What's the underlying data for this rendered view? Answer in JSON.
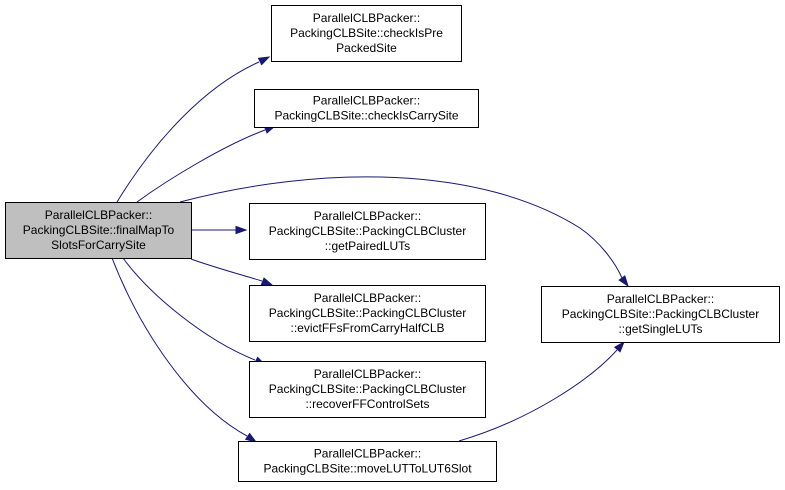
{
  "colors": {
    "edge": "#191970",
    "root_fill": "#bfbfbf",
    "node_fill": "#ffffff",
    "border": "#000000"
  },
  "nodes": [
    {
      "id": "finalMapToSlotsForCarrySite",
      "lines": [
        "ParallelCLBPacker::",
        "PackingCLBSite::finalMapTo",
        "SlotsForCarrySite"
      ],
      "root": true
    },
    {
      "id": "checkIsPrePackedSite",
      "lines": [
        "ParallelCLBPacker::",
        "PackingCLBSite::checkIsPre",
        "PackedSite"
      ],
      "root": false
    },
    {
      "id": "checkIsCarrySite",
      "lines": [
        "ParallelCLBPacker::",
        "PackingCLBSite::checkIsCarrySite"
      ],
      "root": false
    },
    {
      "id": "getPairedLUTs",
      "lines": [
        "ParallelCLBPacker::",
        "PackingCLBSite::PackingCLBCluster",
        "::getPairedLUTs"
      ],
      "root": false
    },
    {
      "id": "evictFFsFromCarryHalfCLB",
      "lines": [
        "ParallelCLBPacker::",
        "PackingCLBSite::PackingCLBCluster",
        "::evictFFsFromCarryHalfCLB"
      ],
      "root": false
    },
    {
      "id": "recoverFFControlSets",
      "lines": [
        "ParallelCLBPacker::",
        "PackingCLBSite::PackingCLBCluster",
        "::recoverFFControlSets"
      ],
      "root": false
    },
    {
      "id": "moveLUTToLUT6Slot",
      "lines": [
        "ParallelCLBPacker::",
        "PackingCLBSite::moveLUTToLUT6Slot"
      ],
      "root": false
    },
    {
      "id": "getSingleLUTs",
      "lines": [
        "ParallelCLBPacker::",
        "PackingCLBSite::PackingCLBCluster",
        "::getSingleLUTs"
      ],
      "root": false
    }
  ],
  "edges": [
    {
      "from": "finalMapToSlotsForCarrySite",
      "to": "checkIsPrePackedSite"
    },
    {
      "from": "finalMapToSlotsForCarrySite",
      "to": "checkIsCarrySite"
    },
    {
      "from": "finalMapToSlotsForCarrySite",
      "to": "getSingleLUTs"
    },
    {
      "from": "finalMapToSlotsForCarrySite",
      "to": "getPairedLUTs"
    },
    {
      "from": "finalMapToSlotsForCarrySite",
      "to": "evictFFsFromCarryHalfCLB"
    },
    {
      "from": "finalMapToSlotsForCarrySite",
      "to": "recoverFFControlSets"
    },
    {
      "from": "finalMapToSlotsForCarrySite",
      "to": "moveLUTToLUT6Slot"
    },
    {
      "from": "moveLUTToLUT6Slot",
      "to": "getSingleLUTs"
    }
  ]
}
